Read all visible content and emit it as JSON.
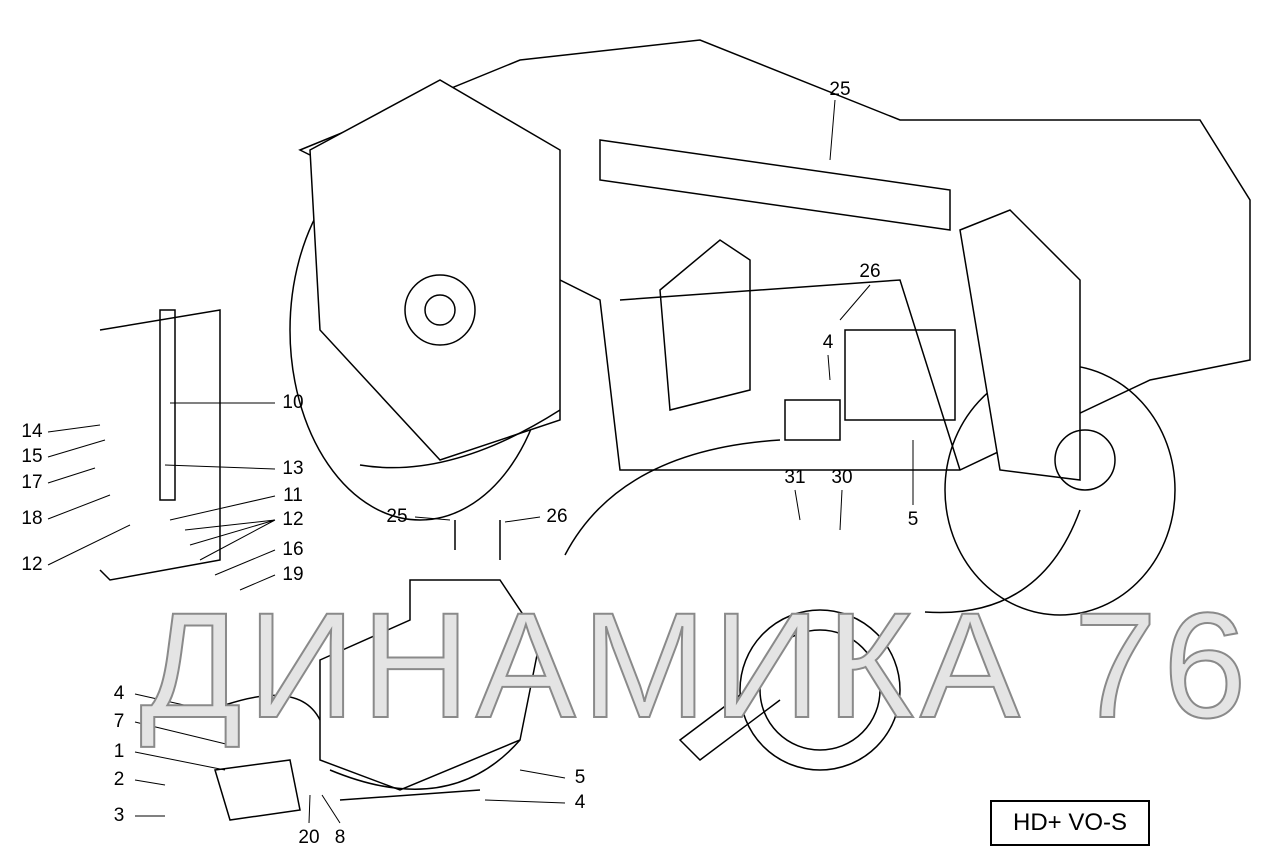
{
  "watermark": "ДИНАМИКА 76",
  "variant_label": "HD+ VO-S",
  "callouts": {
    "main_25": "25",
    "main_26": "26",
    "main_4": "4",
    "main_5": "5",
    "main_31": "31",
    "main_30": "30",
    "d_10": "10",
    "d_13": "13",
    "d_11": "11",
    "d_12a": "12",
    "d_16": "16",
    "d_19": "19",
    "d_14": "14",
    "d_15": "15",
    "d_17": "17",
    "d_18": "18",
    "d_12b": "12",
    "v_25": "25",
    "v_26": "26",
    "v_4a": "4",
    "v_7": "7",
    "v_1": "1",
    "v_2": "2",
    "v_3": "3",
    "v_20": "20",
    "v_8": "8",
    "v_5": "5",
    "v_4b": "4"
  }
}
